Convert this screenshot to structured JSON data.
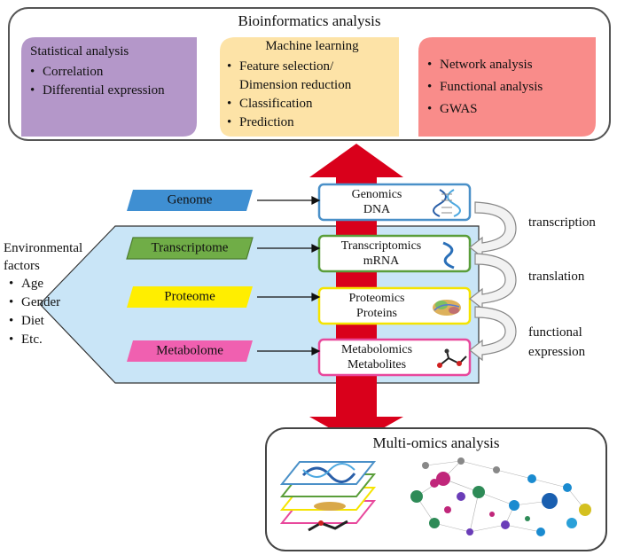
{
  "bioinformatics": {
    "title": "Bioinformatics analysis",
    "statistical": {
      "title": "Statistical analysis",
      "items": [
        "Correlation",
        "Differential expression"
      ],
      "color": "#b497c9"
    },
    "machine_learning": {
      "title": "Machine learning",
      "items": [
        "Feature selection/",
        "Dimension reduction",
        "Classification",
        "Prediction"
      ],
      "color": "#fde3a7"
    },
    "network": {
      "items": [
        "Network analysis",
        "Functional analysis",
        "GWAS"
      ],
      "color": "#f98c8a"
    }
  },
  "environment": {
    "title_line1": "Environmental",
    "title_line2": "factors",
    "items": [
      "Age",
      "Gender",
      "Diet",
      "Etc."
    ]
  },
  "layers": [
    {
      "tag": "Genome",
      "tag_color": "#3f8fd2",
      "omics_line1": "Genomics",
      "omics_line2": "DNA",
      "box_color": "#4a90c8"
    },
    {
      "tag": "Transcriptome",
      "tag_color": "#70ad47",
      "omics_line1": "Transcriptomics",
      "omics_line2": "mRNA",
      "box_color": "#5a9e3a"
    },
    {
      "tag": "Proteome",
      "tag_color": "#ffee00",
      "omics_line1": "Proteomics",
      "omics_line2": "Proteins",
      "box_color": "#f5e400"
    },
    {
      "tag": "Metabolome",
      "tag_color": "#f060b0",
      "omics_line1": "Metabolomics",
      "omics_line2": "Metabolites",
      "box_color": "#e8489c"
    }
  ],
  "flows": {
    "transcription": "transcription",
    "translation": "translation",
    "functional_line1": "functional",
    "functional_line2": "expression"
  },
  "multi_omics": {
    "title": "Multi-omics analysis"
  },
  "colors": {
    "arrow_red": "#d9001b",
    "panel_blue": "#c9e5f7",
    "outline_dark": "#555555"
  }
}
